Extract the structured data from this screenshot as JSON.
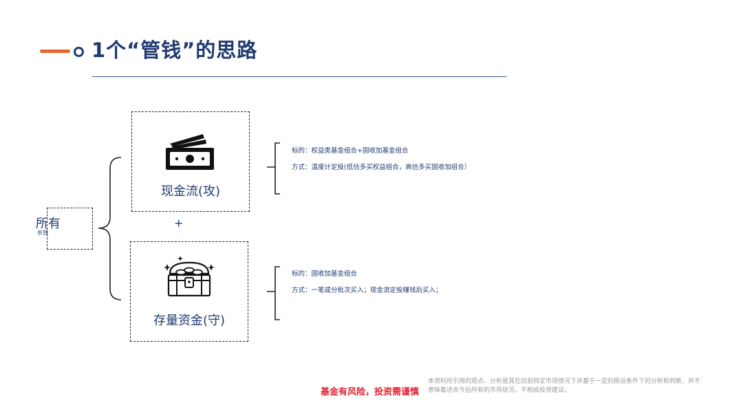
{
  "title": {
    "text": "1个“管钱”的思路"
  },
  "root": {
    "label": "所有",
    "sublabel": "长钱"
  },
  "plus": "+",
  "branches": [
    {
      "label": "现金流(攻)",
      "icon": "money-bills-icon",
      "details": [
        "标的：权益类基金组合+固收加基金组合",
        "方式：温度计定投(低估多买权益组合，高估多买固收加组合）"
      ]
    },
    {
      "label": "存量资金(守)",
      "icon": "treasure-chest-icon",
      "details": [
        "标的：固收加基金组合",
        "方式：一笔或分批次买入；现金流定投赚钱后买入；"
      ]
    }
  ],
  "footer": {
    "risk_warning": "基金有风险，投资需谨慎",
    "disclaimer_line1": "本资料所引用的观点、分析是其在目前特定市场情况下并基于一定的假设条件下的分析和判断，并不",
    "disclaimer_line2": "意味着适合今后所有的市场状况，不构成投资建议。"
  },
  "colors": {
    "accent": "#e8642c",
    "primary": "#1f3a70",
    "risk": "#e0212f"
  }
}
